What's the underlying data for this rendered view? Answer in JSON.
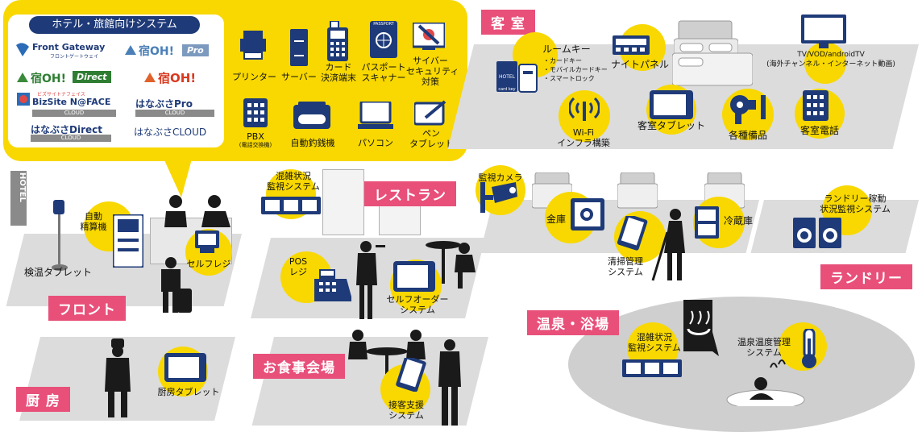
{
  "systems_panel": {
    "title": "ホテル・旅館向けシステム",
    "logos": {
      "front_gateway": "Front Gateway",
      "front_gateway_sub": "フロントゲートウェイ",
      "yadooh_pro": "宿OH!",
      "pro_badge": "Pro",
      "yadooh_direct": "宿OH!",
      "direct_word": "Direct",
      "yadooh": "宿OH!",
      "bizsite_ruby": "ビズサイトナフェイス",
      "bizsite": "BizSite N@FACE",
      "hanabusa_pro": "はなぶさPro",
      "hanabusa_direct": "はなぶさDirect",
      "hanabusa_cloud": "はなぶさCLOUD",
      "cloud_tag": "CLOUD"
    },
    "devices": [
      {
        "label": "プリンター",
        "icon": "printer-icon"
      },
      {
        "label": "サーバー",
        "icon": "server-icon"
      },
      {
        "label": "カード\n決済端末",
        "icon": "card-terminal-icon"
      },
      {
        "label": "パスポート\nスキャナー",
        "icon": "passport-scanner-icon"
      },
      {
        "label": "サイバー\nセキュリティ\n対策",
        "icon": "cyber-security-icon"
      },
      {
        "label": "PBX",
        "sub": "(電話交換機)",
        "icon": "pbx-icon"
      },
      {
        "label": "自動釣銭機",
        "icon": "cash-changer-icon"
      },
      {
        "label": "パソコン",
        "icon": "laptop-icon"
      },
      {
        "label": "ペン\nタブレット",
        "icon": "pen-tablet-icon"
      }
    ],
    "passport_text": "PASSPORT"
  },
  "areas": {
    "guest_room": "客 室",
    "restaurant": "レストラン",
    "front": "フロント",
    "laundry": "ランドリー",
    "onsen": "温泉・浴場",
    "kitchen": "厨 房",
    "banquet": "お食事会場",
    "hotel_sign": "HOTEL"
  },
  "items": {
    "room_key": "ルームキー",
    "room_key_list": "・カードキー\n・モバイルカードキー\n・スマートロック",
    "hotel_card": "HOTEL",
    "card_key": "card key",
    "night_panel": "ナイトパネル",
    "tv": "TV/VOD/androidTV\n(海外チャンネル・インターネット動画)",
    "wifi": "Wi-Fi\nインフラ構築",
    "guest_tablet": "客室タブレット",
    "amenities": "各種備品",
    "room_phone": "客室電話",
    "surveillance_camera": "監視カメラ",
    "safe": "金庫",
    "fridge": "冷蔵庫",
    "cleaning_mgmt": "清掃管理\nシステム",
    "laundry_monitor": "ランドリー稼動\n状況監視システム",
    "restaurant_crowd": "混雑状況\n監視システム",
    "kiosk": "自動\n精算機",
    "temp_tablet": "検温タブレット",
    "self_register": "セルフレジ",
    "pos": "POS\nレジ",
    "self_order": "セルフオーダー\nシステム",
    "bath_crowd": "混雑状況\n監視システム",
    "bath_temp": "温泉温度管理\nシステム",
    "kitchen_tablet": "厨房タブレット",
    "service_support": "接客支援\nシステム"
  },
  "colors": {
    "yellow": "#f8d800",
    "navy": "#1e3a78",
    "pink": "#e8507a",
    "floor_gray": "#dcdcdc",
    "onsen_gray": "#cfcfcf"
  }
}
